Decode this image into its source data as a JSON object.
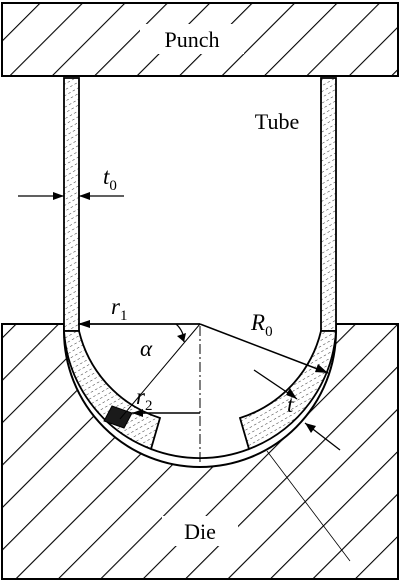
{
  "labels": {
    "punch": "Punch",
    "tube": "Tube",
    "die": "Die",
    "t0_main": "t",
    "t0_sub": "0",
    "r1_main": "r",
    "r1_sub": "1",
    "r2_main": "r",
    "r2_sub": "2",
    "R0_main": "R",
    "R0_sub": "0",
    "alpha": "α",
    "t": "t"
  },
  "colors": {
    "outline": "#000000",
    "background": "#ffffff",
    "element": "#1a1a1a"
  }
}
